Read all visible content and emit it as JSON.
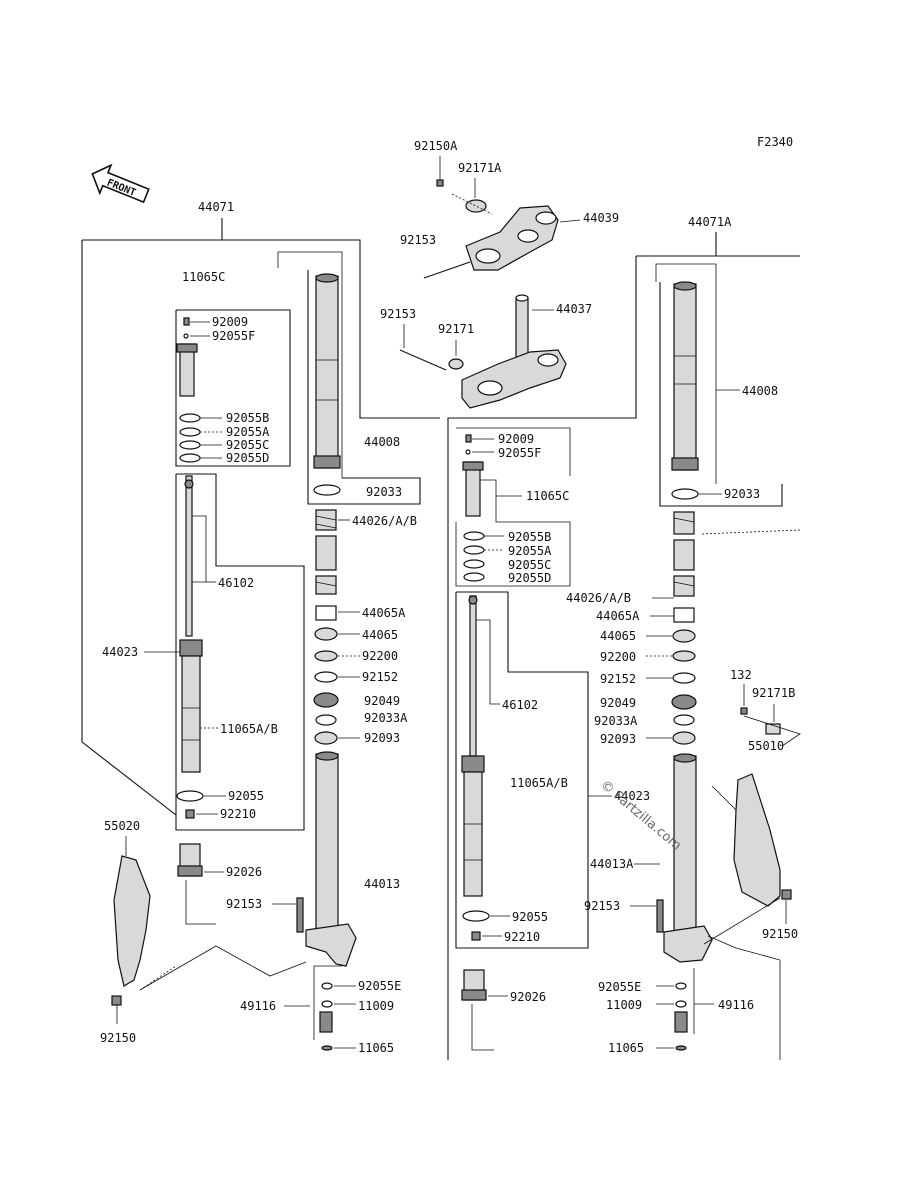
{
  "diagram_code": "F2340",
  "front_arrow_label": "FRONT",
  "watermark": "© Partzilla.com",
  "labels": {
    "l44071": "44071",
    "l44071a": "44071A",
    "l92150a": "92150A",
    "l92171a": "92171A",
    "l44039": "44039",
    "l92153_top": "92153",
    "l92153_mid": "92153",
    "l92171": "92171",
    "l44037": "44037",
    "l11065c_l": "11065C",
    "l92009_l": "92009",
    "l92055f_l": "92055F",
    "l92055b_l": "92055B",
    "l92055a_l": "92055A",
    "l92055c_l": "92055C",
    "l92055d_l": "92055D",
    "l44008_l": "44008",
    "l92033_l": "92033",
    "l44026_l": "44026/A/B",
    "l46102_l": "46102",
    "l44023_l": "44023",
    "l44065a_l": "44065A",
    "l44065_l": "44065",
    "l92200_l": "92200",
    "l92152_l": "92152",
    "l92049_l": "92049",
    "l92033a_l": "92033A",
    "l92093_l": "92093",
    "l11065ab_l": "11065A/B",
    "l92055_l": "92055",
    "l92210_l": "92210",
    "l55020": "55020",
    "l92026_l": "92026",
    "l44013": "44013",
    "l92153_l": "92153",
    "l92150_l": "92150",
    "l92055e_l": "92055E",
    "l49116_l": "49116",
    "l11009_l": "11009",
    "l11065_l": "11065",
    "l92009_r": "92009",
    "l92055f_r": "92055F",
    "l11065c_r": "11065C",
    "l92055b_r": "92055B",
    "l92055a_r": "92055A",
    "l92055c_r": "92055C",
    "l92055d_r": "92055D",
    "l44008_r": "44008",
    "l92033_r": "92033",
    "l44026_r": "44026/A/B",
    "l44065a_r": "44065A",
    "l44065_r": "44065",
    "l92200_r": "92200",
    "l92152_r": "92152",
    "l92049_r": "92049",
    "l92033a_r": "92033A",
    "l92093_r": "92093",
    "l46102_r": "46102",
    "l11065ab_r": "11065A/B",
    "l44023_r": "44023",
    "l132": "132",
    "l92171b": "92171B",
    "l55010": "55010",
    "l44013a": "44013A",
    "l92153_r": "92153",
    "l92150_r": "92150",
    "l92055_r": "92055",
    "l92210_r": "92210",
    "l92026_r": "92026",
    "l92055e_r": "92055E",
    "l11009_r": "11009",
    "l49116_r": "49116",
    "l11065_r": "11065"
  }
}
